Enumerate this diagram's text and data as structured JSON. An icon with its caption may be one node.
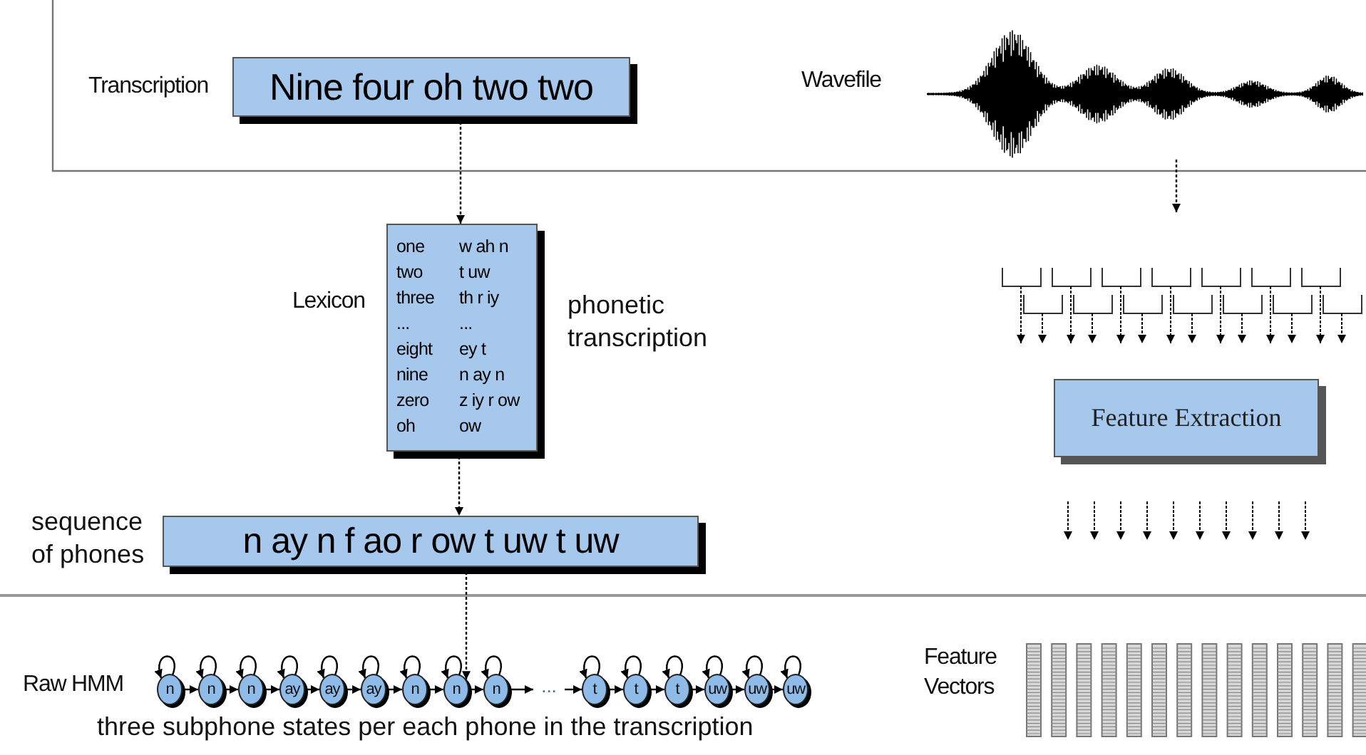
{
  "diagram": {
    "nodes": [
      {
        "text": [
          "Nine four oh two two"
        ]
      },
      {
        "text": [],
        "shape": "picture"
      },
      {
        "text": [
          "one",
          "w ah n",
          "two",
          "t uw",
          "three",
          "th r iy",
          "...",
          "...",
          "eight",
          "ey t",
          "nine",
          "n ay n",
          "zero",
          "z iy r ow",
          "oh",
          "ow"
        ]
      },
      {
        "text": [
          "n ay n f ao r ow t uw t uw"
        ]
      },
      {
        "text": [
          "Feature Extraction"
        ]
      },
      {
        "text": [
          "n"
        ]
      },
      {
        "text": [
          "n"
        ]
      },
      {
        "text": [
          "n"
        ]
      },
      {
        "text": [
          "ay"
        ]
      },
      {
        "text": [
          "ay"
        ]
      },
      {
        "text": [
          "ay"
        ]
      },
      {
        "text": [
          "n"
        ]
      },
      {
        "text": [
          "n"
        ]
      },
      {
        "text": [
          "n"
        ]
      },
      {
        "text": [
          "..."
        ]
      },
      {
        "text": [
          "t"
        ]
      },
      {
        "text": [
          "t"
        ]
      },
      {
        "text": [
          "t"
        ]
      },
      {
        "text": [
          "uw"
        ]
      },
      {
        "text": [
          "uw"
        ]
      },
      {
        "text": [
          "uw"
        ]
      }
    ],
    "edges": [
      {
        "from": 0,
        "to": 2,
        "arrow": "to",
        "style": "dashed"
      },
      {
        "from": 2,
        "to": 3,
        "arrow": "to",
        "style": "dashed"
      },
      {
        "from": 3,
        "to": 12,
        "arrow": "to",
        "style": "dashed"
      },
      {
        "from": 1,
        "to": null,
        "arrow": "to",
        "style": "dashed"
      },
      {
        "from": 5,
        "to": 6,
        "arrow": "to"
      },
      {
        "from": 6,
        "to": 7,
        "arrow": "to"
      },
      {
        "from": 7,
        "to": 8,
        "arrow": "to"
      },
      {
        "from": 8,
        "to": 9,
        "arrow": "to"
      },
      {
        "from": 9,
        "to": 10,
        "arrow": "to"
      },
      {
        "from": 10,
        "to": 11,
        "arrow": "to"
      },
      {
        "from": 11,
        "to": 12,
        "arrow": "to"
      },
      {
        "from": 12,
        "to": 13,
        "arrow": "to"
      },
      {
        "from": 13,
        "to": 14,
        "arrow": "to"
      },
      {
        "from": 14,
        "to": 15,
        "arrow": "to"
      },
      {
        "from": 15,
        "to": 16,
        "arrow": "to"
      },
      {
        "from": 16,
        "to": 17,
        "arrow": "to"
      },
      {
        "from": 17,
        "to": 18,
        "arrow": "to"
      },
      {
        "from": 18,
        "to": 19,
        "arrow": "to"
      },
      {
        "from": 19,
        "to": 20,
        "arrow": "to"
      },
      {
        "from": 5,
        "to": 5,
        "arrow": "to"
      },
      {
        "from": 6,
        "to": 6,
        "arrow": "to"
      },
      {
        "from": 7,
        "to": 7,
        "arrow": "to"
      },
      {
        "from": 8,
        "to": 8,
        "arrow": "to"
      },
      {
        "from": 9,
        "to": 9,
        "arrow": "to"
      },
      {
        "from": 10,
        "to": 10,
        "arrow": "to"
      },
      {
        "from": 11,
        "to": 11,
        "arrow": "to"
      },
      {
        "from": 12,
        "to": 12,
        "arrow": "to"
      },
      {
        "from": 13,
        "to": 13,
        "arrow": "to"
      },
      {
        "from": 15,
        "to": 15,
        "arrow": "to"
      },
      {
        "from": 16,
        "to": 16,
        "arrow": "to"
      },
      {
        "from": 17,
        "to": 17,
        "arrow": "to"
      },
      {
        "from": 18,
        "to": 18,
        "arrow": "to"
      },
      {
        "from": 19,
        "to": 19,
        "arrow": "to"
      },
      {
        "from": 20,
        "to": 20,
        "arrow": "to"
      }
    ],
    "labels": [
      "Transcription",
      "Wavefile",
      "Lexicon",
      "phonetic transcription",
      "sequence of phones",
      "Raw HMM",
      "three subphone states per each phone in the transcription",
      "Feature Vectors"
    ]
  }
}
